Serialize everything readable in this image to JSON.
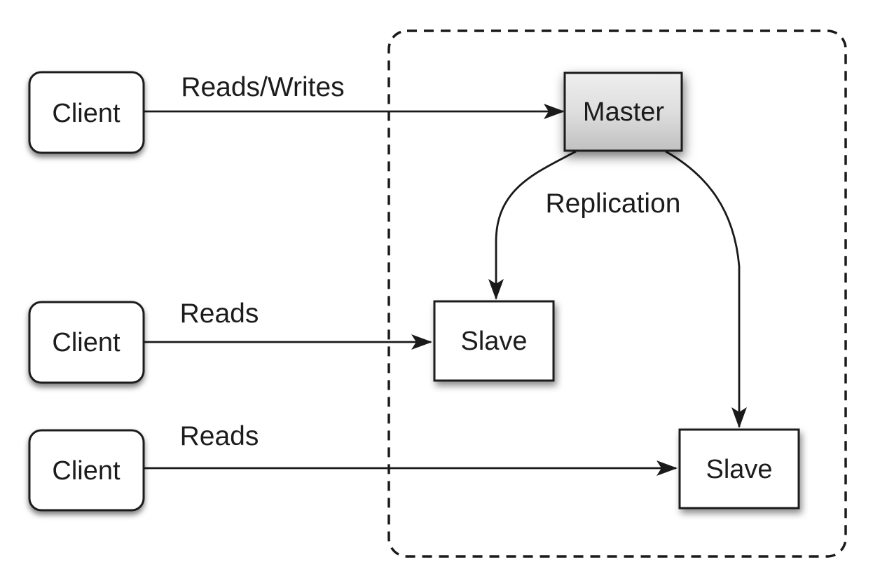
{
  "diagram": {
    "colors": {
      "background": "#ffffff",
      "line": "#1a1a1a",
      "text": "#1c1c1c",
      "node_fill": "#ffffff",
      "master_gradient_top": "#eeeeee",
      "master_gradient_mid": "#dedede",
      "master_gradient_bottom": "#c1c1c1"
    },
    "nodes": {
      "clients": [
        {
          "label": "Client"
        },
        {
          "label": "Client"
        },
        {
          "label": "Client"
        }
      ],
      "master": {
        "label": "Master"
      },
      "slaves": [
        {
          "label": "Slave"
        },
        {
          "label": "Slave"
        }
      ]
    },
    "edges": [
      {
        "label": "Reads/Writes"
      },
      {
        "label": "Reads"
      },
      {
        "label": "Reads"
      },
      {
        "label": "Replication"
      }
    ]
  }
}
